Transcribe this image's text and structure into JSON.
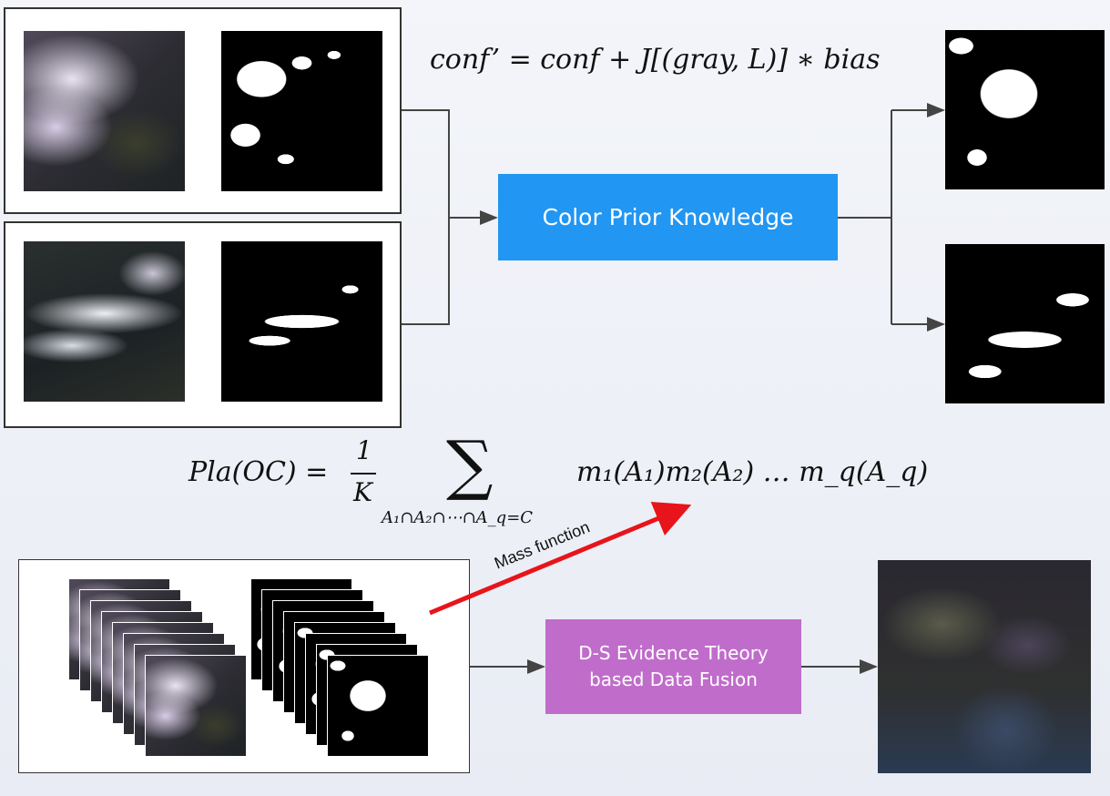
{
  "formulas": {
    "conf_update": "conf’ = conf + J[(gray, L)] ∗ bias",
    "pla": {
      "lhs": "Pla(OC) =",
      "frac_num": "1",
      "frac_den": "K",
      "sum_symbol": "∑",
      "sum_sub": "A₁∩A₂∩⋯∩A_q=C",
      "rhs": "m₁(A₁)m₂(A₂) … m_q(A_q)"
    }
  },
  "boxes": {
    "color_prior": "Color Prior Knowledge",
    "ds_fusion_line1": "D-S Evidence Theory",
    "ds_fusion_line2": "based Data Fusion"
  },
  "arrow_labels": {
    "mass_function": "Mass function"
  },
  "colors": {
    "color_prior_box": "#2196f3",
    "ds_fusion_box": "#c06ccb",
    "mass_arrow": "#e8141b",
    "connector": "#444444"
  }
}
